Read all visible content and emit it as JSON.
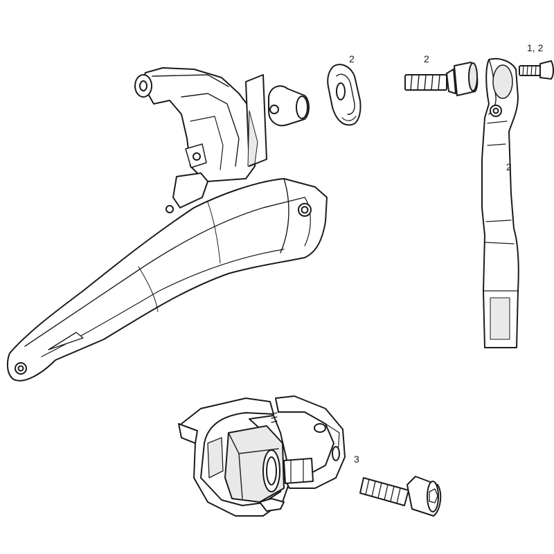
{
  "callouts": {
    "washer": "2",
    "bolt": "2",
    "screw": "1, 2",
    "arm": "2",
    "clamp_bolt": "3"
  },
  "colors": {
    "line": "#1a1a1a",
    "fill": "#ffffff",
    "shade": "#e9e9e9"
  }
}
